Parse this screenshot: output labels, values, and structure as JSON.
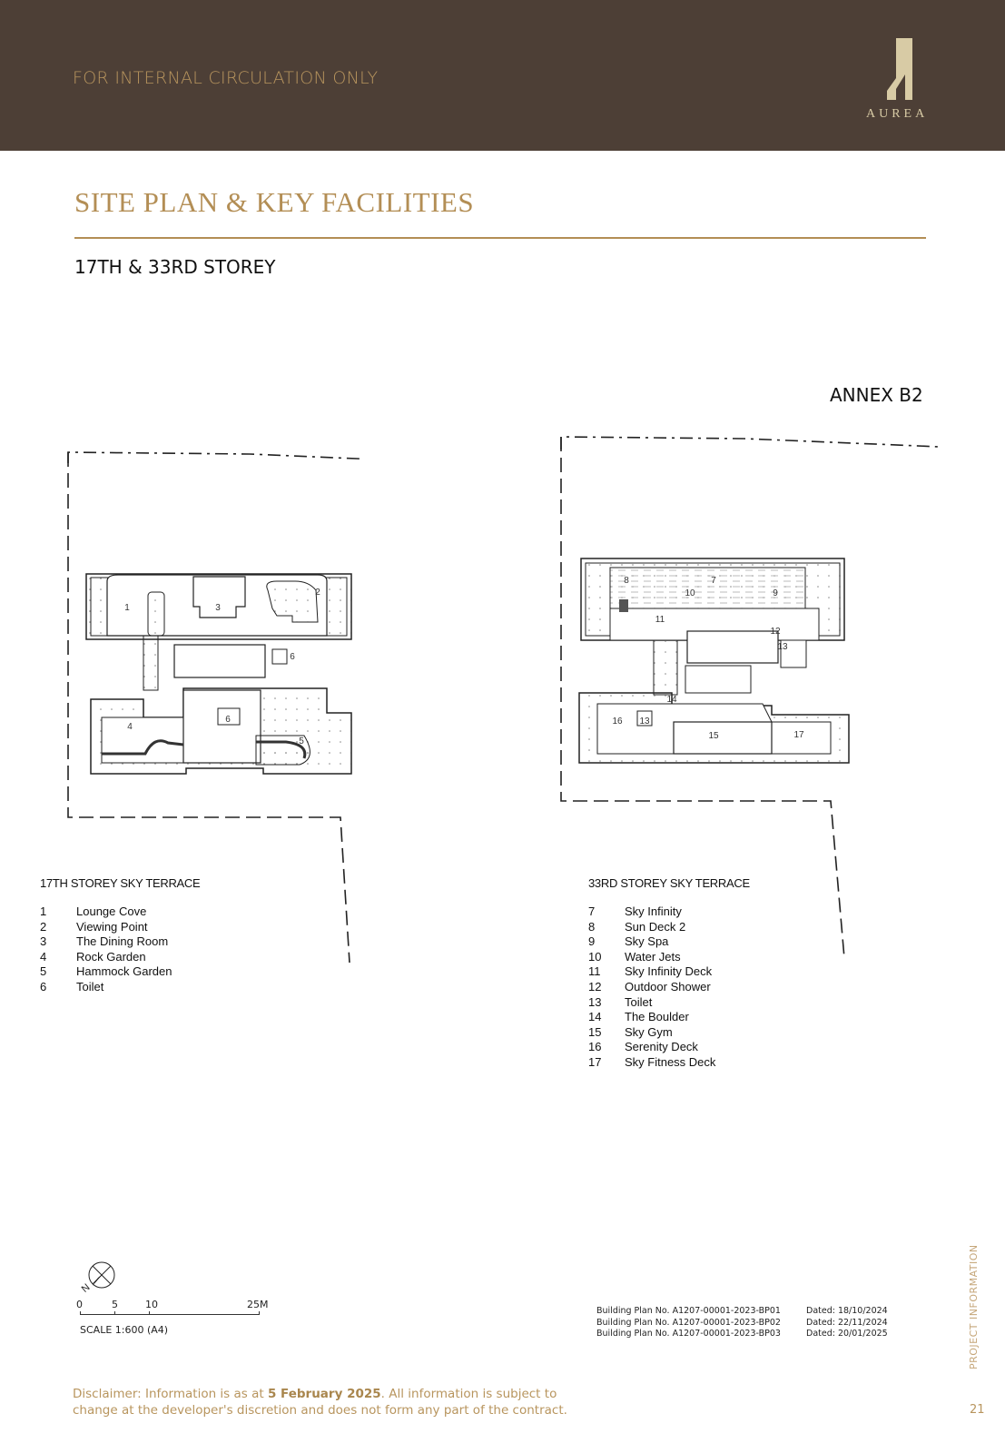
{
  "header": {
    "notice": "FOR INTERNAL CIRCULATION ONLY",
    "logo_word": "AUREA",
    "colors": {
      "band": "#4d3f36",
      "gold": "#b8955e",
      "logo": "#d8cba5"
    }
  },
  "page": {
    "title": "SITE PLAN & KEY FACILITIES",
    "subtitle": "17TH & 33RD STOREY",
    "annex": "ANNEX B2"
  },
  "legend_17": {
    "title": "17TH STOREY SKY TERRACE",
    "items": [
      {
        "num": "1",
        "label": "Lounge Cove"
      },
      {
        "num": "2",
        "label": "Viewing Point"
      },
      {
        "num": "3",
        "label": "The Dining Room"
      },
      {
        "num": "4",
        "label": "Rock Garden"
      },
      {
        "num": "5",
        "label": "Hammock Garden"
      },
      {
        "num": "6",
        "label": "Toilet"
      }
    ]
  },
  "legend_33": {
    "title": "33RD STOREY SKY TERRACE",
    "items": [
      {
        "num": "7",
        "label": "Sky Infinity"
      },
      {
        "num": "8",
        "label": "Sun Deck 2"
      },
      {
        "num": "9",
        "label": "Sky Spa"
      },
      {
        "num": "10",
        "label": "Water Jets"
      },
      {
        "num": "11",
        "label": "Sky Infinity Deck"
      },
      {
        "num": "12",
        "label": "Outdoor Shower"
      },
      {
        "num": "13",
        "label": "Toilet"
      },
      {
        "num": "14",
        "label": "The Boulder"
      },
      {
        "num": "15",
        "label": "Sky Gym"
      },
      {
        "num": "16",
        "label": "Serenity Deck"
      },
      {
        "num": "17",
        "label": "Sky Fitness Deck"
      }
    ]
  },
  "plan_labels_17": [
    "1",
    "2",
    "3",
    "4",
    "5",
    "6",
    "6"
  ],
  "plan_labels_33": [
    "7",
    "8",
    "9",
    "10",
    "11",
    "12",
    "13",
    "14",
    "15",
    "16",
    "13",
    "17"
  ],
  "compass": {
    "north_label": "N"
  },
  "scale": {
    "ticks": [
      "0",
      "5",
      "10",
      "25M"
    ],
    "caption": "SCALE 1:600 (A4)"
  },
  "building_plans": [
    {
      "no": "Building Plan No. A1207-00001-2023-BP01",
      "date": "Dated: 18/10/2024"
    },
    {
      "no": "Building Plan No. A1207-00001-2023-BP02",
      "date": "Dated: 22/11/2024"
    },
    {
      "no": "Building Plan No. A1207-00001-2023-BP03",
      "date": "Dated: 20/01/2025"
    }
  ],
  "footer": {
    "disclaimer_pre": "Disclaimer: Information is as at ",
    "disclaimer_date": "5 February 2025",
    "disclaimer_post": ". All information is subject to change at the developer's discretion and does not form any part of the contract.",
    "section": "PROJECT INFORMATION",
    "page_number": "21"
  }
}
